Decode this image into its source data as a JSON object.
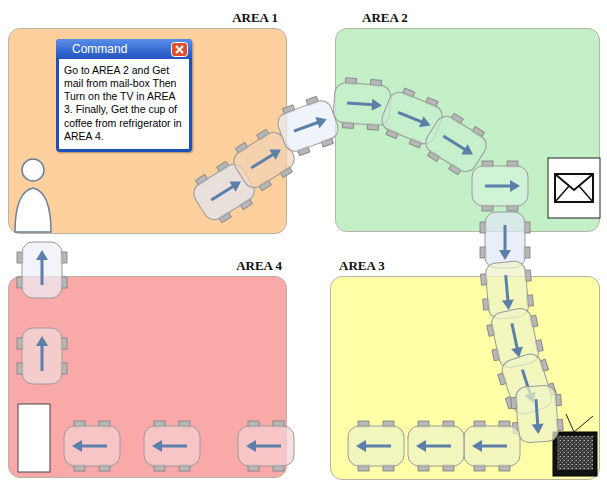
{
  "diagram": {
    "nodes": [
      {
        "text": [
          "AREA 1"
        ]
      },
      {
        "text": [
          "Command",
          "Go to AREA 2 and Get mail from mail-box Then Turn on the TV in AREA 3. Finally, Get the cup of coffee from refrigerator in AREA 4."
        ],
        "in": 0
      },
      {
        "text": [
          "AREA 2"
        ]
      },
      {
        "text": [
          "AREA 4"
        ]
      },
      {
        "text": [
          "AREA 3"
        ]
      }
    ]
  }
}
